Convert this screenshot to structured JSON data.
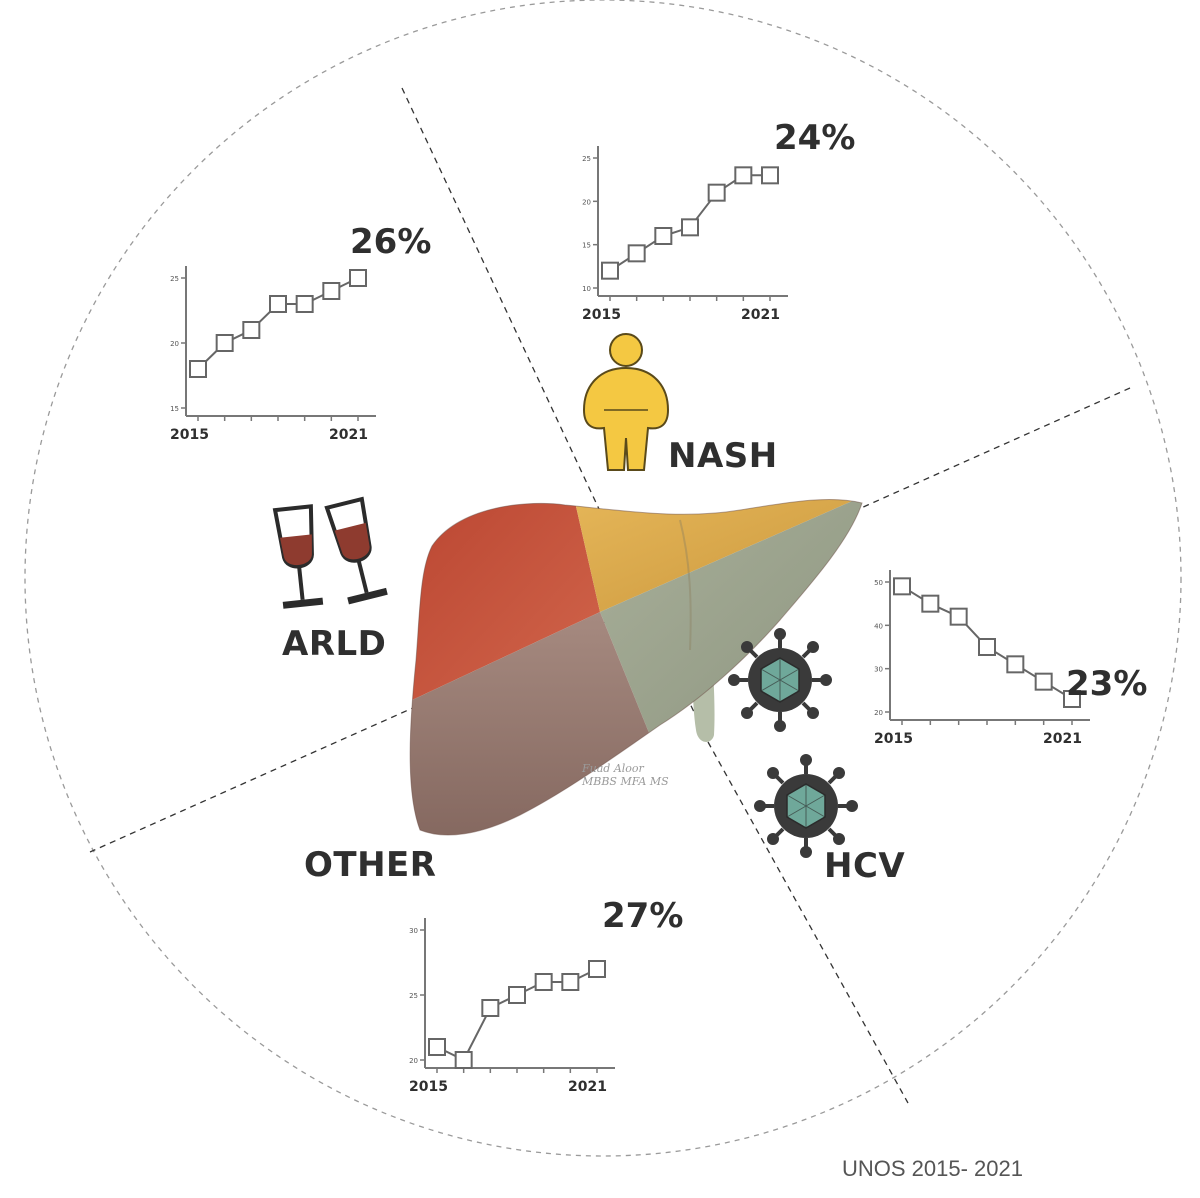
{
  "labels": {
    "nash": "NASH",
    "arld": "ARLD",
    "hcv": "HCV",
    "other": "OTHER",
    "source": "UNOS 2015- 2021",
    "signature_line1": "Fuad Aloor",
    "signature_line2": "MBBS MFA MS"
  },
  "icons": [
    "wine-glasses-icon",
    "obese-person-icon",
    "virus-icon",
    "liver-illustration"
  ],
  "colors": {
    "arld": "#c9503c",
    "nash": "#e0ad4c",
    "hcv": "#a3ab93",
    "other": "#9a7c72",
    "marker": "#666666",
    "text": "#2f2f2f"
  },
  "chart_data": [
    {
      "id": "nash",
      "type": "line",
      "percent_label": "24%",
      "x_first_label": "2015",
      "x_last_label": "2021",
      "ylim": [
        10,
        25
      ],
      "yticks": [
        "10",
        "15",
        "20",
        "25"
      ],
      "values": [
        12,
        14,
        16,
        17,
        21,
        23,
        23
      ]
    },
    {
      "id": "arld",
      "type": "line",
      "percent_label": "26%",
      "x_first_label": "2015",
      "x_last_label": "2021",
      "ylim": [
        15,
        25
      ],
      "yticks": [
        "15",
        "20",
        "25"
      ],
      "values": [
        18,
        20,
        21,
        23,
        23,
        24,
        25
      ]
    },
    {
      "id": "hcv",
      "type": "line",
      "percent_label": "23%",
      "x_first_label": "2015",
      "x_last_label": "2021",
      "ylim": [
        20,
        50
      ],
      "yticks": [
        "20",
        "30",
        "40",
        "50"
      ],
      "values": [
        49,
        45,
        42,
        35,
        31,
        27,
        23
      ]
    },
    {
      "id": "other",
      "type": "line",
      "percent_label": "27%",
      "x_first_label": "2015",
      "x_last_label": "2021",
      "ylim": [
        20,
        30
      ],
      "yticks": [
        "20",
        "25",
        "30"
      ],
      "values": [
        21,
        20,
        24,
        25,
        26,
        26,
        27
      ]
    }
  ]
}
